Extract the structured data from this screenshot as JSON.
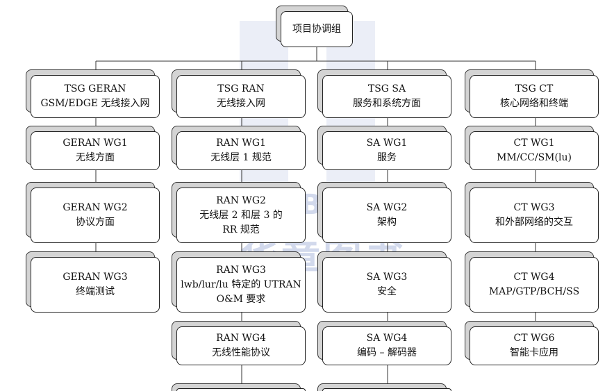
{
  "diagram": {
    "root": {
      "lines": [
        "项目协调组"
      ]
    },
    "columns": [
      {
        "head": {
          "lines": [
            "TSG GERAN",
            "GSM/EDGE 无线接入网"
          ]
        },
        "items": [
          {
            "lines": [
              "GERAN WG1",
              "无线方面"
            ]
          },
          {
            "lines": [
              "GERAN WG2",
              "协议方面"
            ]
          },
          {
            "lines": [
              "GERAN WG3",
              "终端测试"
            ]
          }
        ]
      },
      {
        "head": {
          "lines": [
            "TSG RAN",
            "无线接入网"
          ]
        },
        "items": [
          {
            "lines": [
              "RAN WG1",
              "无线层 1 规范"
            ]
          },
          {
            "lines": [
              "RAN WG2",
              "无线层 2 和层 3 的",
              "RR 规范"
            ]
          },
          {
            "lines": [
              "RAN WG3",
              "lwb/lur/lu 特定的 UTRAN",
              "O&M 要求"
            ]
          },
          {
            "lines": [
              "RAN WG4",
              "无线性能协议"
            ]
          }
        ]
      },
      {
        "head": {
          "lines": [
            "TSG SA",
            "服务和系统方面"
          ]
        },
        "items": [
          {
            "lines": [
              "SA WG1",
              "服务"
            ]
          },
          {
            "lines": [
              "SA WG2",
              "架构"
            ]
          },
          {
            "lines": [
              "SA WG3",
              "安全"
            ]
          },
          {
            "lines": [
              "SA WG4",
              "编码 – 解码器"
            ]
          }
        ]
      },
      {
        "head": {
          "lines": [
            "TSG CT",
            "核心网络和终端"
          ]
        },
        "items": [
          {
            "lines": [
              "CT WG1",
              "MM/CC/SM(lu)"
            ]
          },
          {
            "lines": [
              "CT WG3",
              "和外部网络的交互"
            ]
          },
          {
            "lines": [
              "CT WG4",
              "MAP/GTP/BCH/SS"
            ]
          },
          {
            "lines": [
              "CT WG6",
              "智能卡应用"
            ]
          }
        ]
      }
    ]
  },
  "watermark": {
    "latin": "HZ BOOKS",
    "chinese": "华章图书"
  },
  "colors": {
    "shadow": "#d4d4d4",
    "border": "#222222",
    "watermark": "#7f95c9"
  }
}
